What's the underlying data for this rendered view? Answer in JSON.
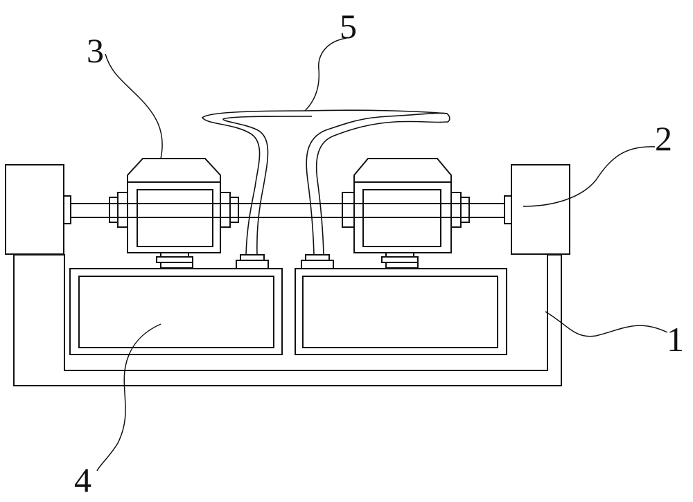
{
  "labels": {
    "part_1": "1",
    "part_2": "2",
    "part_3": "3",
    "part_4": "4",
    "part_5": "5"
  },
  "colors": {
    "line": "#111111",
    "background": "#ffffff"
  }
}
